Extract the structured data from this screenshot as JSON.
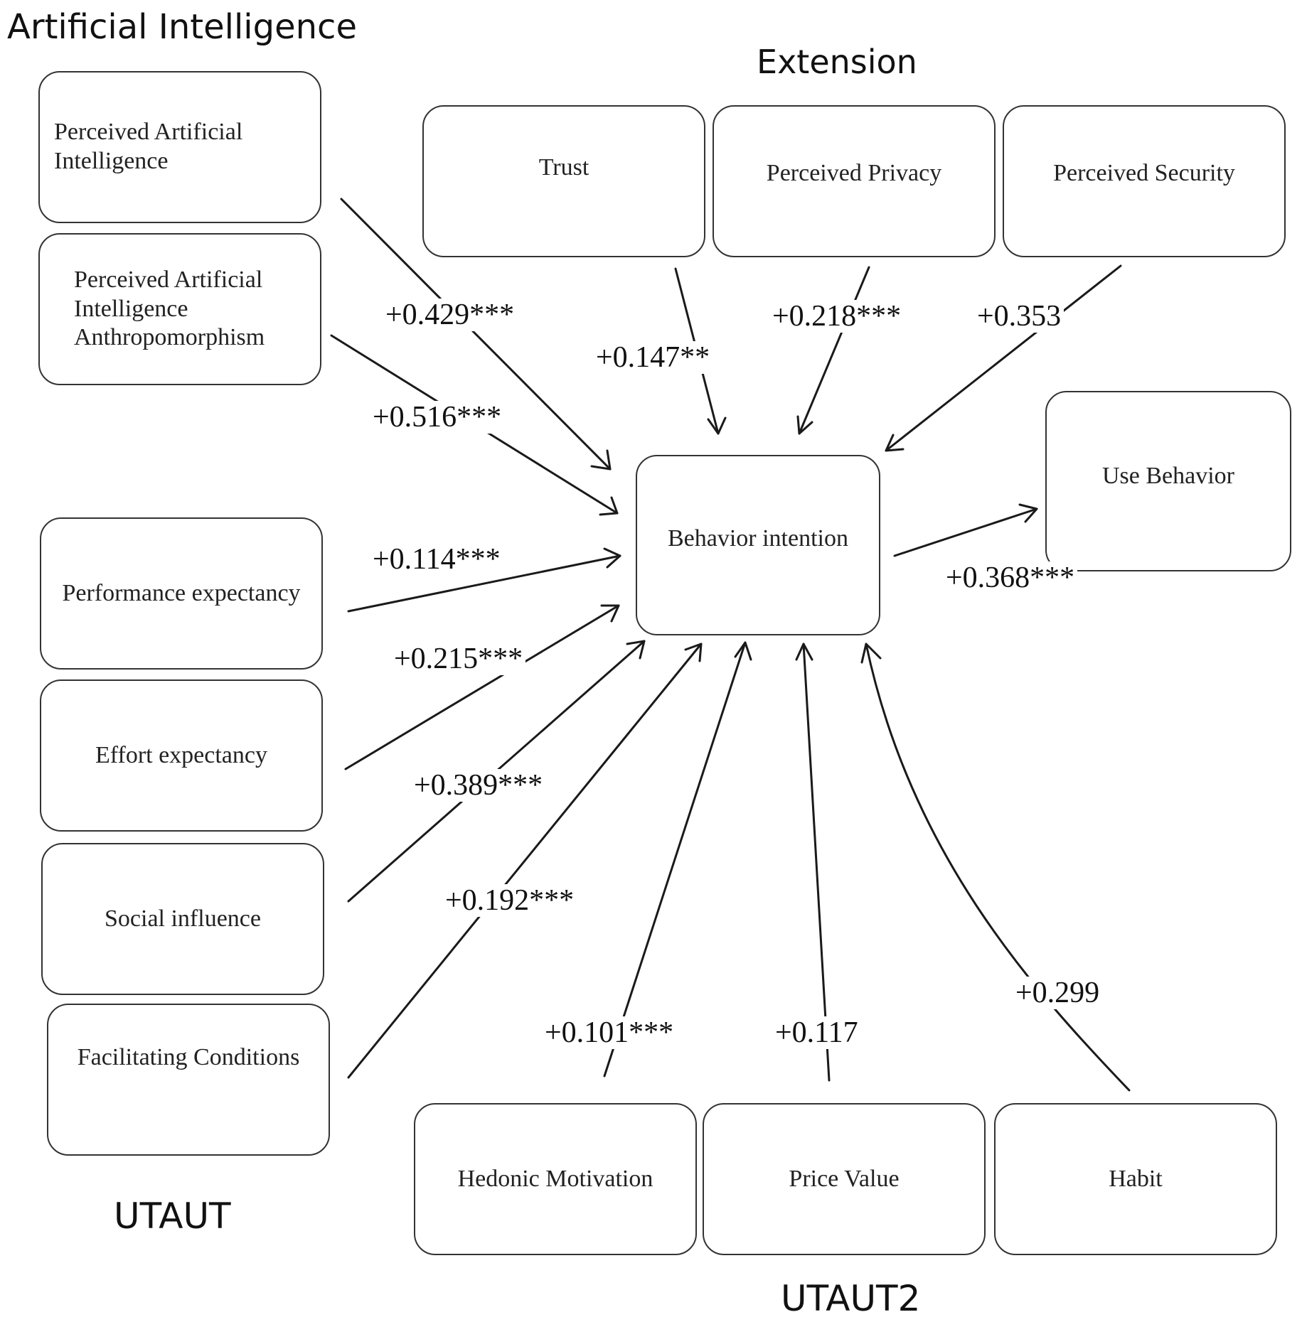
{
  "headings": {
    "ai": "Artificial Intelligence",
    "extension": "Extension",
    "utaut": "UTAUT",
    "utaut2": "UTAUT2"
  },
  "nodes": {
    "pai": "Perceived Artificial Intelligence",
    "paia": "Perceived Artificial Intelligence Anthropomorphism",
    "pe": "Performance expectancy",
    "ee": "Effort expectancy",
    "si": "Social influence",
    "fc": "Facilitating Conditions",
    "trust": "Trust",
    "pp": "Perceived Privacy",
    "ps": "Perceived Security",
    "bi": "Behavior intention",
    "ub": "Use Behavior",
    "hm": "Hedonic Motivation",
    "pv": "Price Value",
    "habit": "Habit"
  },
  "paths": [
    {
      "from": "pai",
      "to": "bi",
      "coefficient": "+0.429***"
    },
    {
      "from": "paia",
      "to": "bi",
      "coefficient": "+0.516***"
    },
    {
      "from": "pe",
      "to": "bi",
      "coefficient": "+0.114***"
    },
    {
      "from": "ee",
      "to": "bi",
      "coefficient": "+0.215***"
    },
    {
      "from": "si",
      "to": "bi",
      "coefficient": "+0.389***"
    },
    {
      "from": "fc",
      "to": "bi",
      "coefficient": "+0.192***"
    },
    {
      "from": "trust",
      "to": "bi",
      "coefficient": "+0.147**"
    },
    {
      "from": "pp",
      "to": "bi",
      "coefficient": "+0.218***"
    },
    {
      "from": "ps",
      "to": "bi",
      "coefficient": "+0.353"
    },
    {
      "from": "bi",
      "to": "ub",
      "coefficient": "+0.368***"
    },
    {
      "from": "hm",
      "to": "bi",
      "coefficient": "+0.101***"
    },
    {
      "from": "pv",
      "to": "bi",
      "coefficient": "+0.117"
    },
    {
      "from": "habit",
      "to": "bi",
      "coefficient": "+0.299"
    }
  ]
}
